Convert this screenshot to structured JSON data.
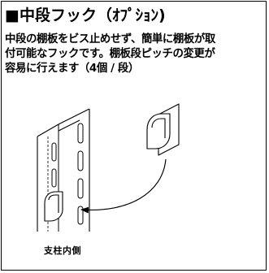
{
  "heading": {
    "title": "■中段フック（ｵﾌﾟｼｮﾝ)"
  },
  "description": {
    "line1": "中段の棚板をビス止めせず、簡単に棚板が取",
    "line2": "付可能なフックです。棚板段ピッチの変更が",
    "line3": "容易に行えます（4個 / 段）"
  },
  "illustration": {
    "caption": "支柱内側"
  }
}
